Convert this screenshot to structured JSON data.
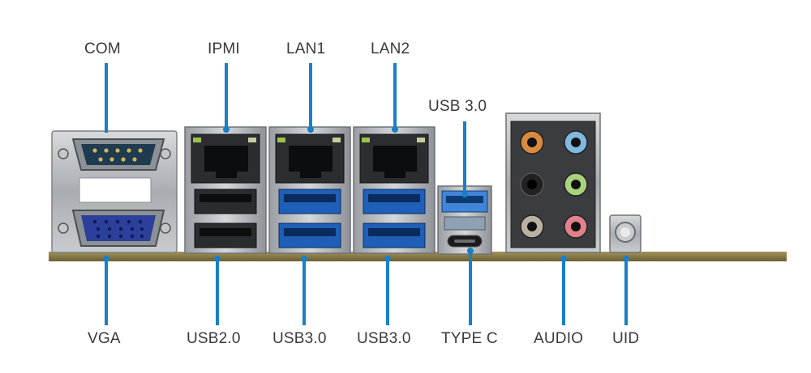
{
  "labels": {
    "com": "COM",
    "ipmi": "IPMI",
    "lan1": "LAN1",
    "lan2": "LAN2",
    "usb30_top": "USB 3.0",
    "vga": "VGA",
    "usb20": "USB2.0",
    "usb30_a": "USB3.0",
    "usb30_b": "USB3.0",
    "type_c": "TYPE C",
    "audio": "AUDIO",
    "uid": "UID"
  },
  "colors": {
    "leader": "#1a7fc4",
    "board": "#8a7a44",
    "usb3_blue": "#1f5fb8",
    "vga_blue": "#2c3f9a"
  },
  "audio_jacks": [
    "orange",
    "light-blue",
    "black",
    "light-green",
    "gray",
    "pink"
  ]
}
